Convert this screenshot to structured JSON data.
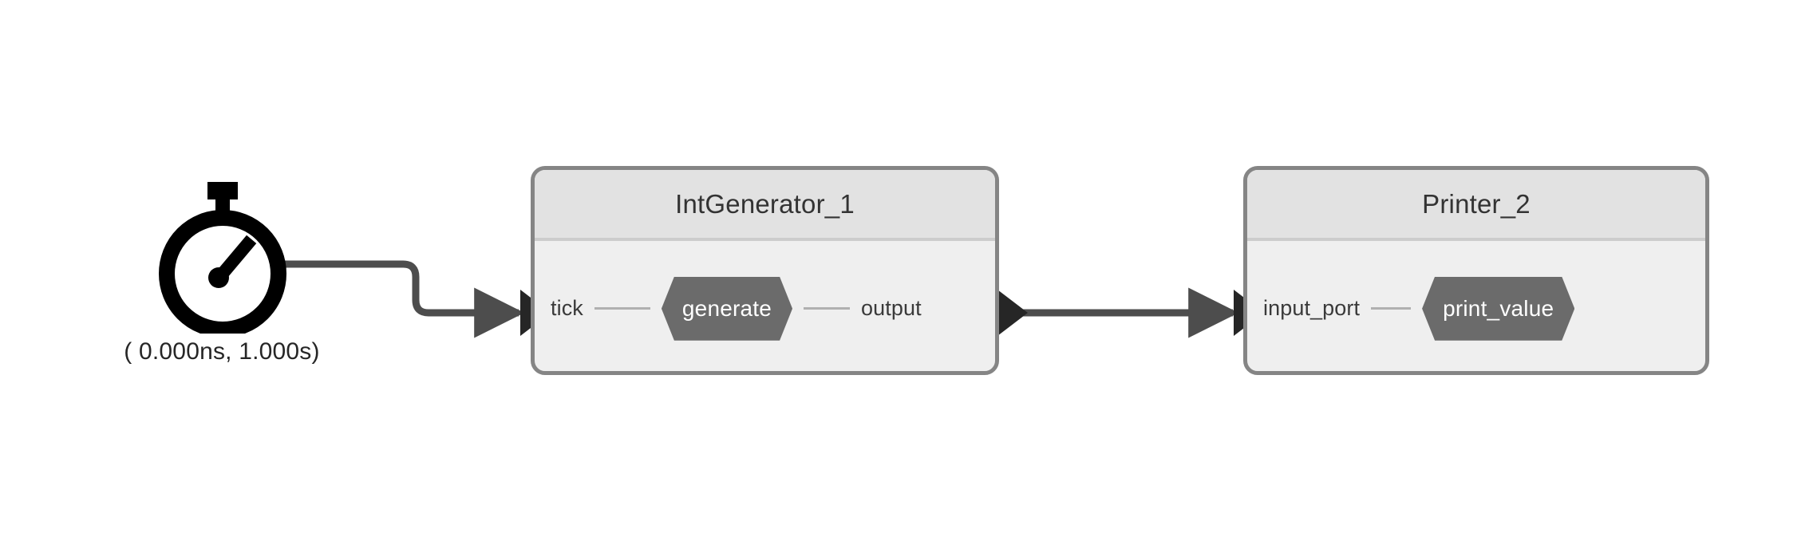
{
  "diagram": {
    "type": "dataflow-block-diagram",
    "background_color": "#ffffff",
    "source": {
      "icon": "stopwatch-icon",
      "label": "( 0.000ns, 1.000s)",
      "start_time": "0.000ns",
      "period": "1.000s"
    },
    "blocks": [
      {
        "id": "IntGenerator_1",
        "title": "IntGenerator_1",
        "header_color": "#e2e2e2",
        "body_color": "#efefef",
        "border_color": "#858585",
        "input_port": "tick",
        "action": "generate",
        "output_port": "output"
      },
      {
        "id": "Printer_2",
        "title": "Printer_2",
        "header_color": "#e2e2e2",
        "body_color": "#efefef",
        "border_color": "#858585",
        "input_port": "input_port",
        "action": "print_value",
        "output_port": ""
      }
    ],
    "connections": [
      {
        "from": "clock-source",
        "to": "IntGenerator_1.tick",
        "style": "stepped",
        "color": "#4d4d4d",
        "arrowhead": true
      },
      {
        "from": "IntGenerator_1.output",
        "to": "Printer_2.input_port",
        "style": "straight",
        "color": "#4d4d4d",
        "arrowhead": true
      }
    ],
    "accent_colors": {
      "action_fill": "#6b6b6b",
      "action_text": "#ffffff",
      "edge": "#4d4d4d",
      "port_connector": "#b0b0b0",
      "text": "#333333"
    }
  }
}
